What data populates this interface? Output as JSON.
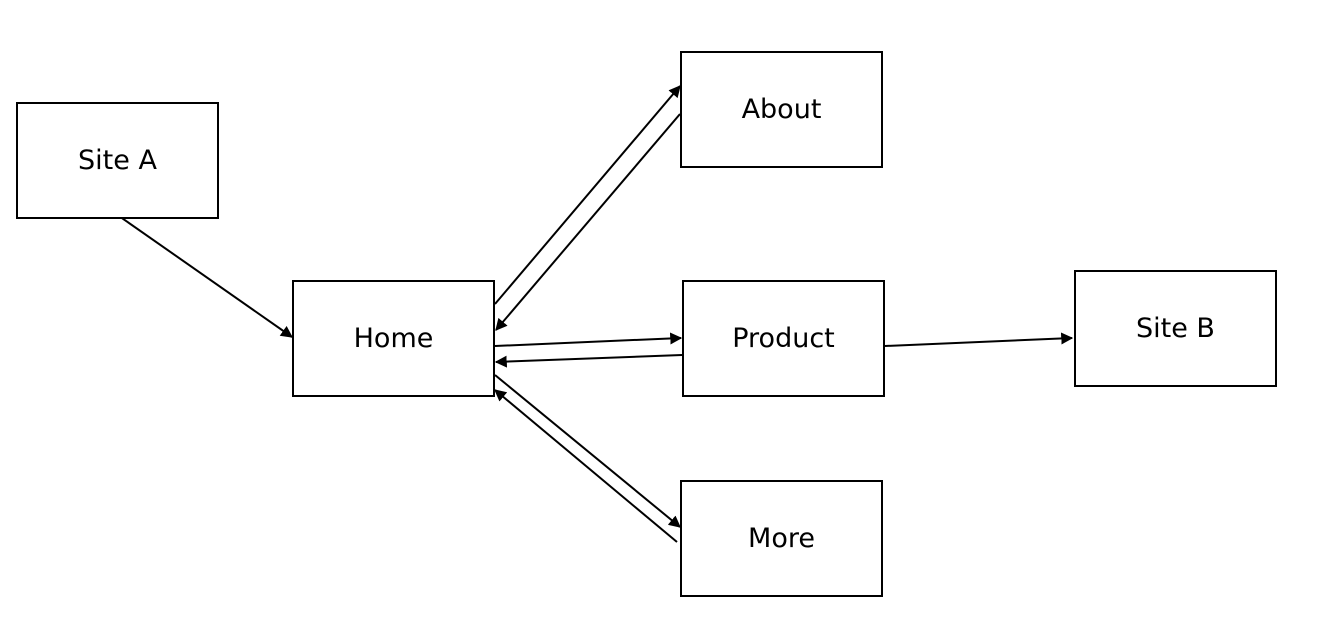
{
  "diagram": {
    "nodes": [
      {
        "id": "site-a",
        "label": "Site A"
      },
      {
        "id": "home",
        "label": "Home"
      },
      {
        "id": "about",
        "label": "About"
      },
      {
        "id": "product",
        "label": "Product"
      },
      {
        "id": "site-b",
        "label": "Site B"
      },
      {
        "id": "more",
        "label": "More"
      }
    ],
    "edges": [
      {
        "from": "site-a",
        "to": "home"
      },
      {
        "from": "home",
        "to": "about"
      },
      {
        "from": "about",
        "to": "home"
      },
      {
        "from": "home",
        "to": "product"
      },
      {
        "from": "product",
        "to": "home"
      },
      {
        "from": "home",
        "to": "more"
      },
      {
        "from": "more",
        "to": "home"
      },
      {
        "from": "product",
        "to": "site-b"
      }
    ],
    "colors": {
      "stroke": "#000000",
      "background": "#ffffff"
    }
  }
}
